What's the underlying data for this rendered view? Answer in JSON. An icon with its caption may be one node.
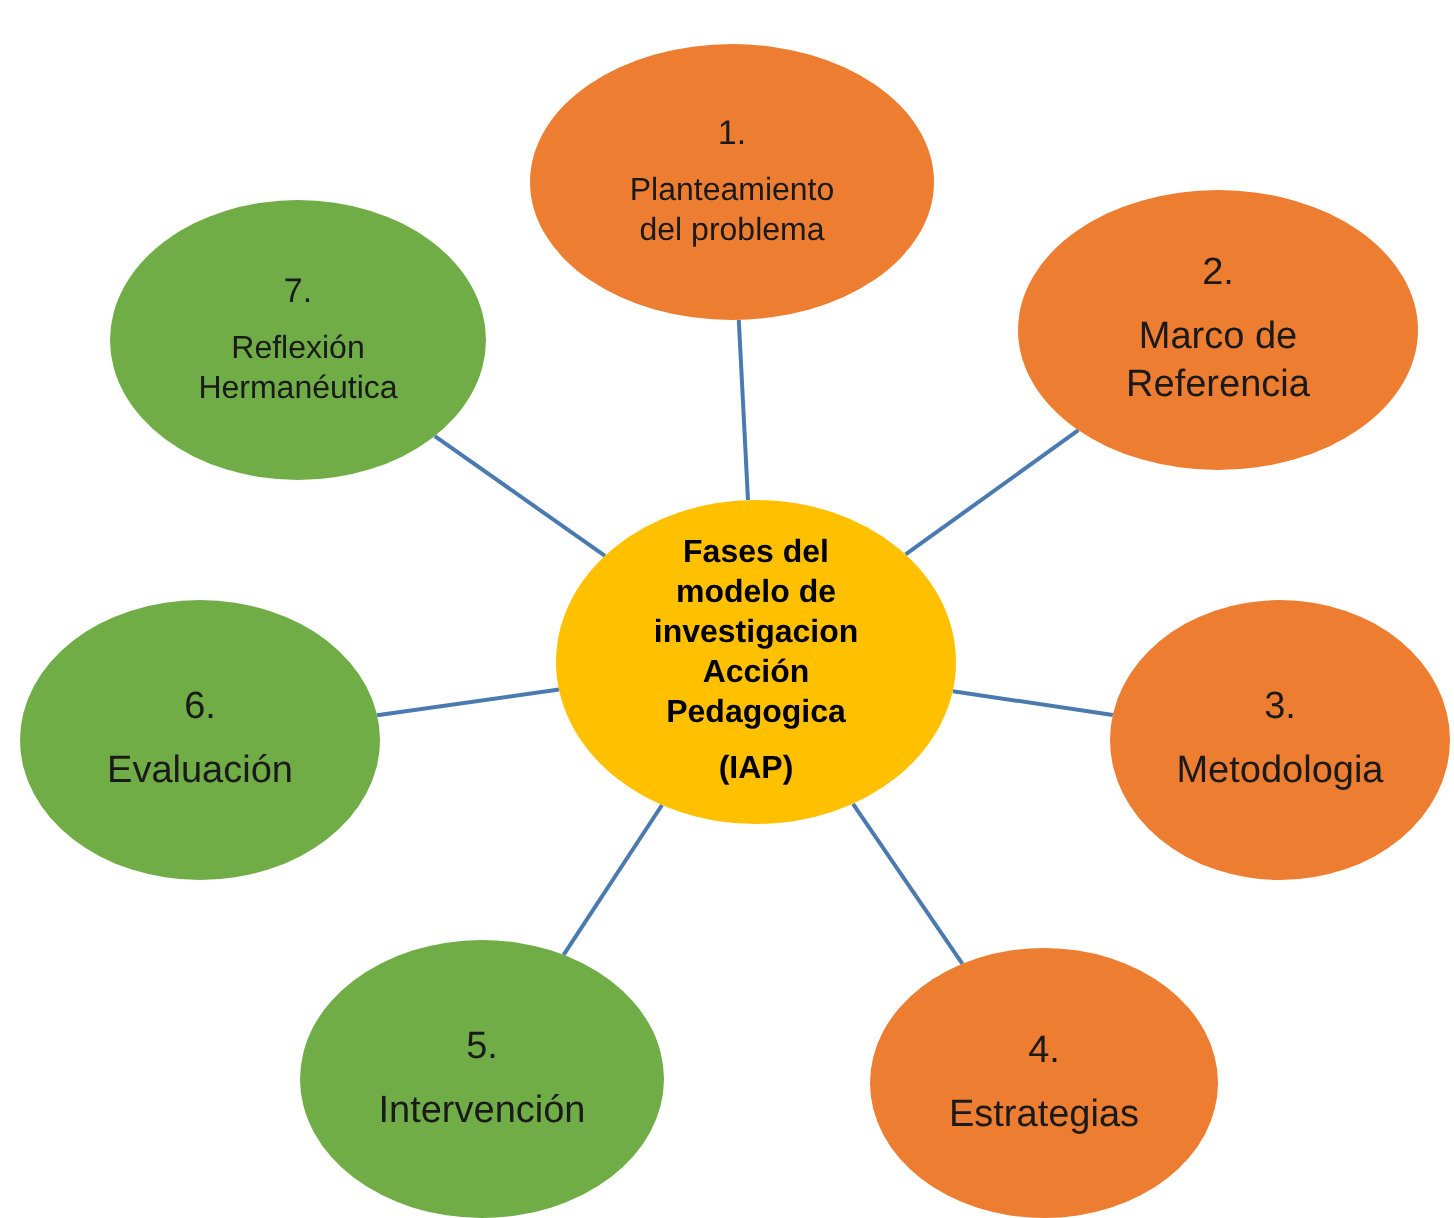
{
  "diagram": {
    "nodes": [
      {
        "text": [
          "Fases del modelo de investigacion Acción Pedagogica",
          "(IAP)"
        ]
      },
      {
        "text": [
          "1.",
          "Planteamiento del problema"
        ]
      },
      {
        "text": [
          "2.",
          "Marco de Referencia"
        ]
      },
      {
        "text": [
          "3.",
          "Metodologia"
        ]
      },
      {
        "text": [
          "4.",
          "Estrategias"
        ]
      },
      {
        "text": [
          "5.",
          "Intervención"
        ]
      },
      {
        "text": [
          "6.",
          "Evaluación"
        ]
      },
      {
        "text": [
          "7.",
          "Reflexión Hermanéutica"
        ]
      }
    ],
    "edges": [
      {
        "from": 0,
        "to": 1,
        "arrow": "none"
      },
      {
        "from": 0,
        "to": 2,
        "arrow": "none"
      },
      {
        "from": 0,
        "to": 3,
        "arrow": "none"
      },
      {
        "from": 0,
        "to": 4,
        "arrow": "none"
      },
      {
        "from": 0,
        "to": 5,
        "arrow": "none"
      },
      {
        "from": 0,
        "to": 6,
        "arrow": "none"
      },
      {
        "from": 0,
        "to": 7,
        "arrow": "none"
      }
    ]
  }
}
